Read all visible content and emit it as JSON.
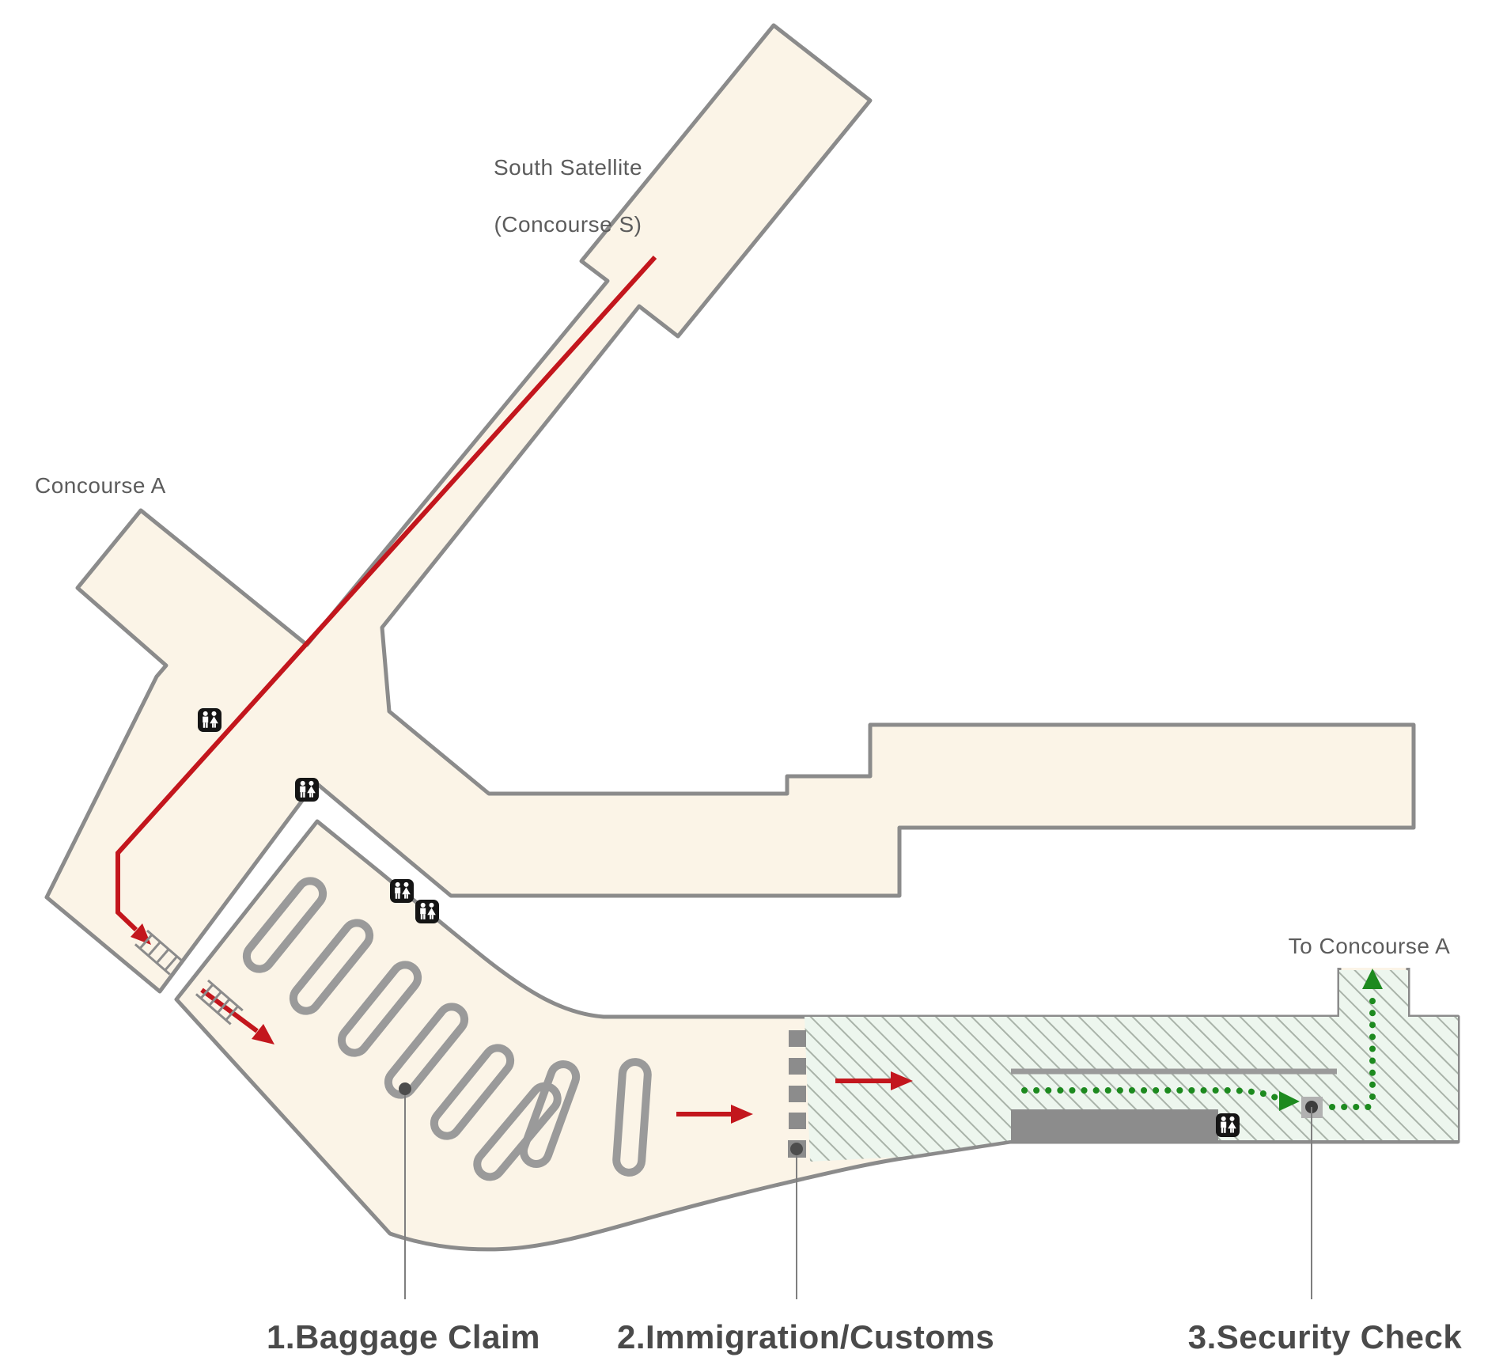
{
  "map": {
    "type": "airport-terminal-floor-plan",
    "areas": {
      "south_satellite": {
        "label_line1": "South Satellite",
        "label_line2": "(Concourse S)"
      },
      "concourse_a": {
        "label": "Concourse A"
      },
      "to_concourse_a": {
        "label": "To Concourse A"
      }
    },
    "legend": [
      {
        "text": "1.Baggage Claim"
      },
      {
        "text": "2.Immigration/Customs"
      },
      {
        "text": "3.Security Check"
      }
    ],
    "icons": {
      "restroom_count": 5,
      "escalator_count": 2,
      "baggage_carousel_count": 8,
      "immigration_booth_count": 5,
      "security_scanner_count": 1
    },
    "routes": {
      "arrival_route_color": "#c3161d",
      "transfer_route_color": "#1d8a1f",
      "transfer_route_style": "dotted"
    },
    "colors": {
      "floor_fill": "#fbf4e7",
      "wall_stroke": "#8b8b8b",
      "sterile_area_fill": "#edf6ee",
      "sterile_area_hatch": "#a9b3a9",
      "counter_fill": "#8c8c8c",
      "icon_black": "#151515",
      "label_gray": "#5c5c5c",
      "legend_gray": "#4a4a4a"
    }
  }
}
